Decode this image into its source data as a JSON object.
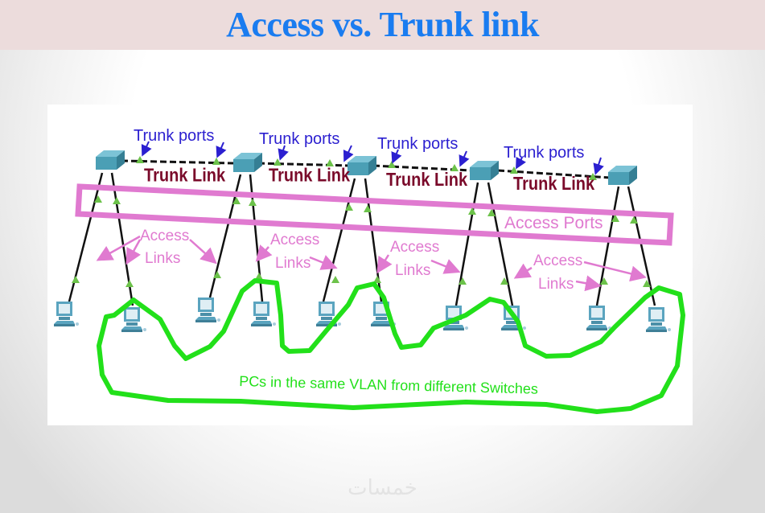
{
  "header": {
    "title": "Access vs. Trunk link"
  },
  "diagram": {
    "labels": {
      "trunk_ports": "Trunk ports",
      "trunk_link": "Trunk Link",
      "access_ports": "Access Ports",
      "access": "Access",
      "links": "Links",
      "vlan_caption": "PCs in the same VLAN from different Switches"
    },
    "colors": {
      "trunk_ports_text": "#2b1fd0",
      "trunk_link_text": "#7a0a2a",
      "access_text": "#e07ad0",
      "vlan_outline": "#22e01a",
      "port_marker": "#6cc24a",
      "switch": "#4b9fb5",
      "pc": "#5aa4bf"
    },
    "switches": [
      "switch-1",
      "switch-2",
      "switch-3",
      "switch-4",
      "switch-5"
    ],
    "pcs": [
      "pc-1",
      "pc-2",
      "pc-3",
      "pc-4",
      "pc-5",
      "pc-6",
      "pc-7",
      "pc-8",
      "pc-9",
      "pc-10"
    ]
  },
  "footer": {
    "watermark": "خمسات"
  }
}
